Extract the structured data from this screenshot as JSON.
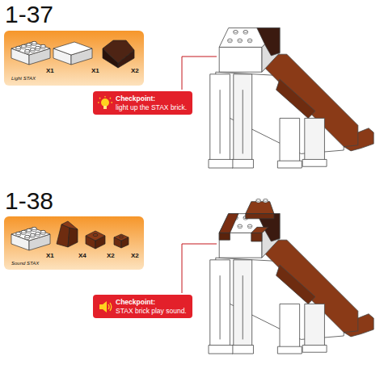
{
  "diagram": {
    "nodes": [
      {
        "text": [
          "X1",
          "X1",
          "X2",
          "Light STAX"
        ]
      },
      {
        "text": [
          "Checkpoint:",
          "light up the STAX brick."
        ]
      },
      {
        "text": [
          "X1",
          "X4",
          "X2",
          "X2",
          "Sound STAX"
        ]
      },
      {
        "text": [
          "Checkpoint:",
          "STAX brick play sound."
        ]
      }
    ],
    "labels": [
      "1-37",
      "1-38"
    ]
  }
}
